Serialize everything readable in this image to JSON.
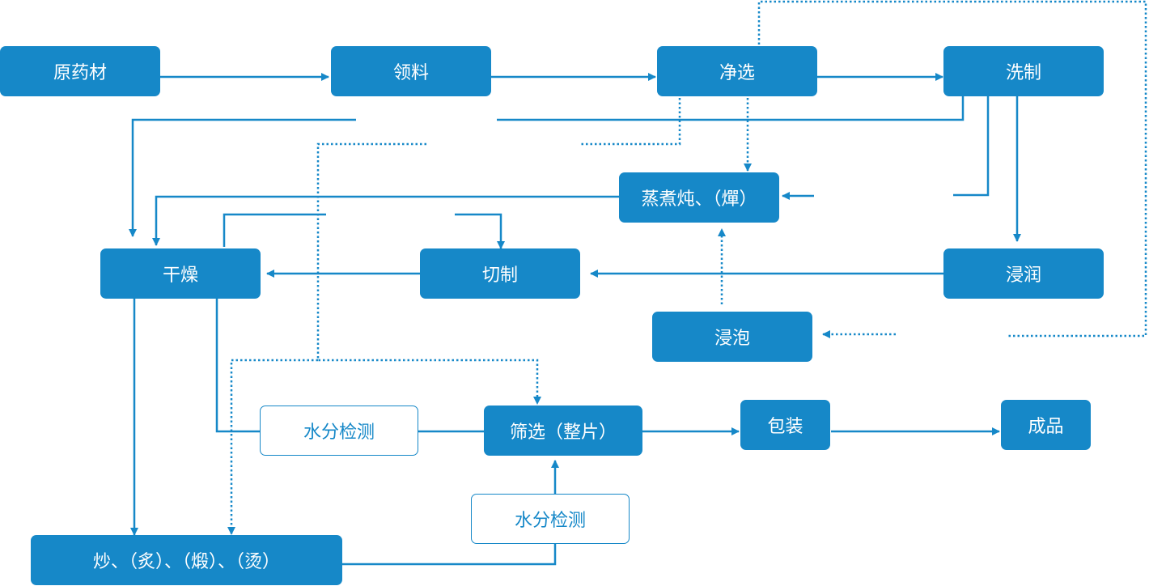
{
  "theme": {
    "accent": "#1688c8",
    "node_text": "#ffffff",
    "outline_text": "#1688c8",
    "background": "#ffffff"
  },
  "nodes": {
    "raw_material": "原药材",
    "requisition": "领料",
    "clean_select": "净选",
    "washing": "洗制",
    "steam_boil": "蒸煮炖、（燀）",
    "drying": "干燥",
    "cutting": "切制",
    "moistening": "浸润",
    "soaking": "浸泡",
    "moisture_test_1": "水分检测",
    "sieving": "筛选（整片）",
    "packaging": "包装",
    "finished_product": "成品",
    "moisture_test_2": "水分检测",
    "fry_roast": "炒、（炙）、（煅）、（烫）"
  }
}
